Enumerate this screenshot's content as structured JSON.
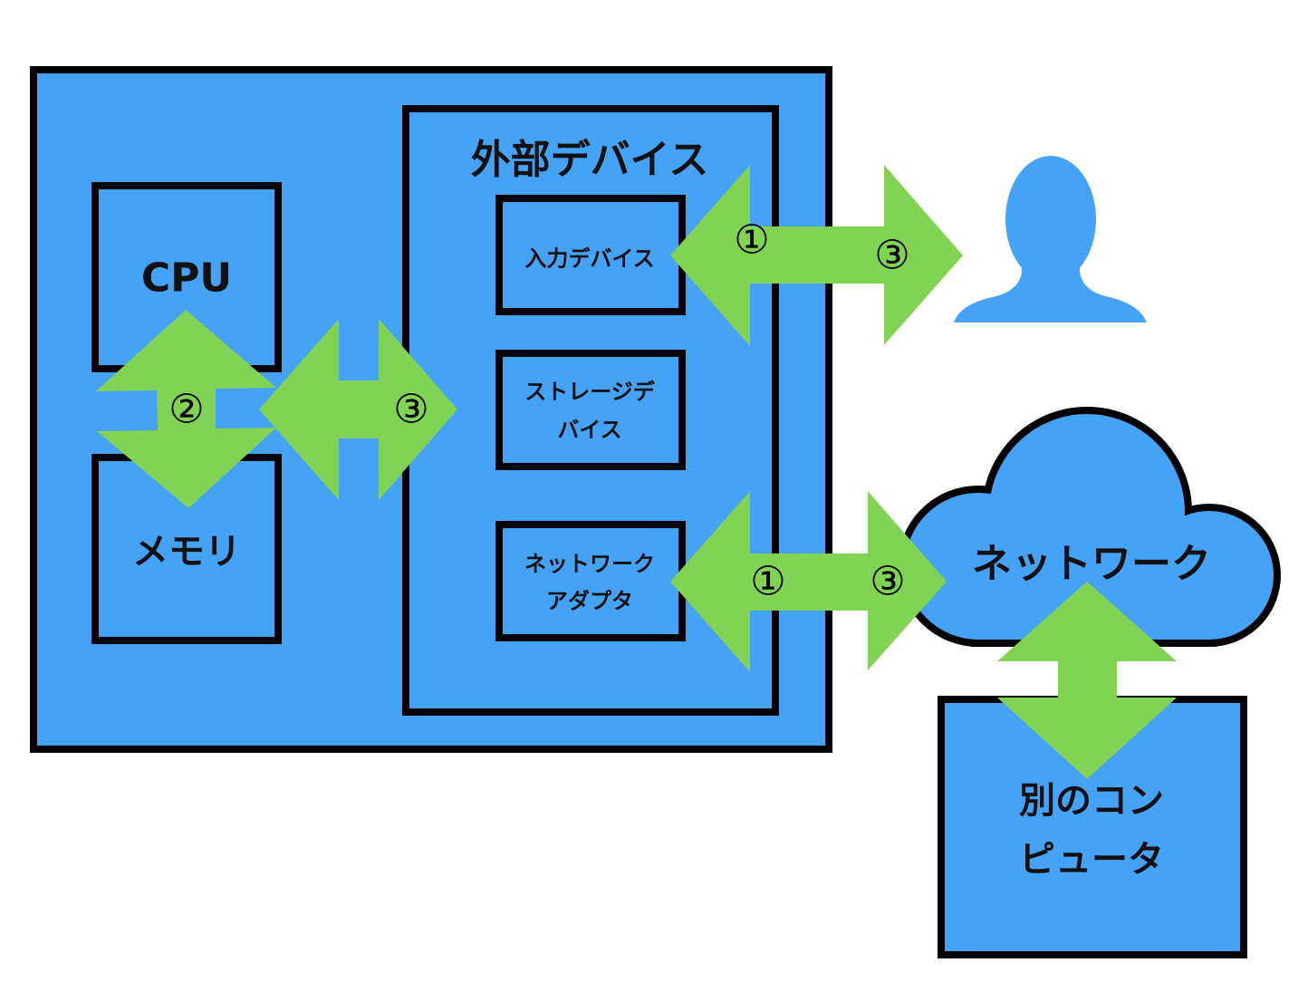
{
  "colors": {
    "box_fill": "#45A3F7",
    "arrow": "#81D353",
    "border": "#000000"
  },
  "computer": {
    "external_devices_title": "外部デバイス",
    "cpu": "CPU",
    "memory": "メモリ",
    "input_device": "入力デバイス",
    "storage_device": [
      "ストレージデ",
      "バイス"
    ],
    "network_adapter": [
      "ネットワーク",
      "アダプタ"
    ]
  },
  "network": "ネットワーク",
  "other_computer": [
    "別のコン",
    "ピュータ"
  ],
  "user_icon": "person-icon",
  "arrow_labels": {
    "cpu_memory": "②",
    "memory_external": "③",
    "input_user_left": "①",
    "input_user_right": "③",
    "adapter_network_left": "①",
    "adapter_network_right": "③"
  }
}
